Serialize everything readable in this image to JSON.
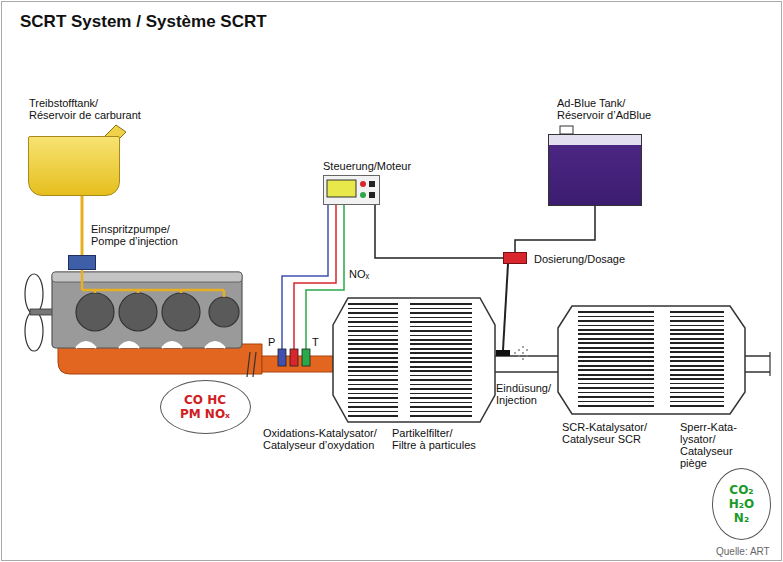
{
  "diagram": {
    "title": "SCRT System / Système SCRT",
    "nodes": [
      {
        "text": [
          "Treibstofftank/ Réservoir de carburant"
        ]
      },
      {
        "text": [
          "Einspritzpumpe/ Pompe d’injection"
        ]
      },
      {
        "text": [
          "Steuerung/Moteur"
        ]
      },
      {
        "text": [
          "Ad-Blue Tank/ Réservoir d’AdBlue"
        ]
      },
      {
        "text": [
          "Dosierung/Dosage"
        ]
      },
      {
        "text": [
          "Oxidations-Katalysator/ Catalyseur d’oxydation"
        ]
      },
      {
        "text": [
          "Partikelfilter/ Filtre à particules"
        ]
      },
      {
        "text": [
          "Eindüsung/ Injection"
        ]
      },
      {
        "text": [
          "SCR-Katalysator/ Catalyseur SCR"
        ]
      },
      {
        "text": [
          "Sperr-Kata- lysator/ Catalyseur piège"
        ]
      },
      {
        "text": [
          "CO HC PM NOₓ"
        ]
      },
      {
        "text": [
          "CO₂ H₂O N₂"
        ]
      }
    ],
    "edges": [
      {
        "from": 0,
        "to": 1,
        "arrow": "none"
      },
      {
        "from": 2,
        "to": 4,
        "arrow": "none"
      },
      {
        "from": 3,
        "to": 4,
        "arrow": "none"
      },
      {
        "from": 4,
        "to": 7,
        "arrow": "none"
      }
    ],
    "labels": [
      "NOₓ",
      "P",
      "T",
      "Quelle: ART"
    ]
  }
}
